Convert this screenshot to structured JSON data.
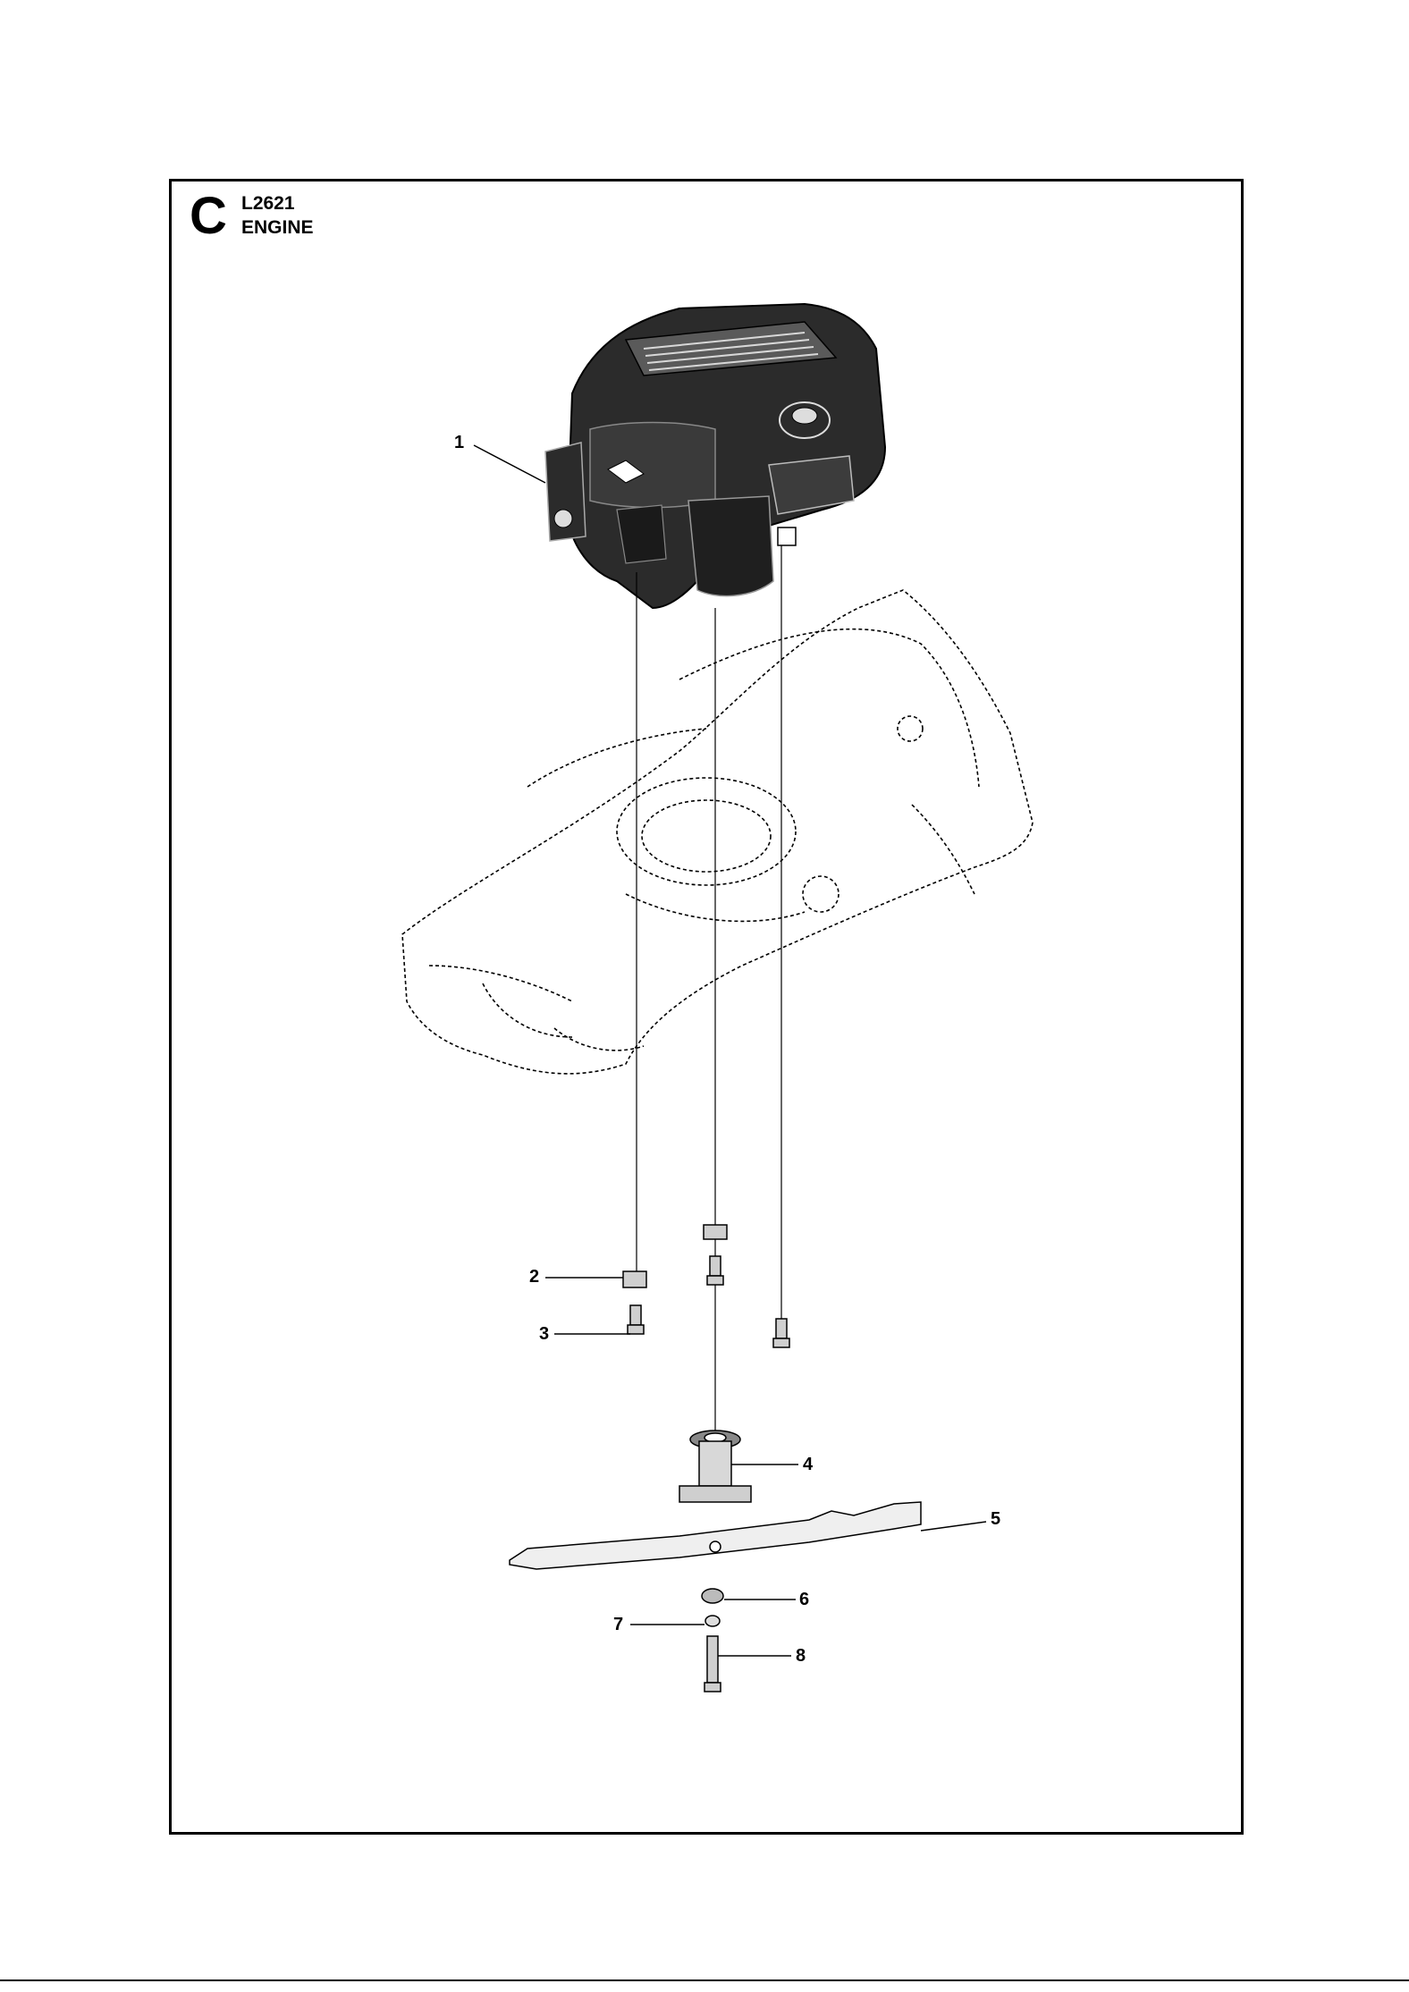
{
  "header": {
    "section_letter": "C",
    "model": "L2621",
    "section_title": "ENGINE"
  },
  "callouts": [
    {
      "number": "1",
      "part": "engine"
    },
    {
      "number": "2",
      "part": "washer-plate"
    },
    {
      "number": "3",
      "part": "bolt"
    },
    {
      "number": "4",
      "part": "blade-adapter"
    },
    {
      "number": "5",
      "part": "blade"
    },
    {
      "number": "6",
      "part": "washer"
    },
    {
      "number": "7",
      "part": "lock-washer"
    },
    {
      "number": "8",
      "part": "blade-bolt"
    }
  ],
  "colors": {
    "line": "#000000",
    "background": "#ffffff",
    "engine_fill": "#2b2b2b"
  }
}
